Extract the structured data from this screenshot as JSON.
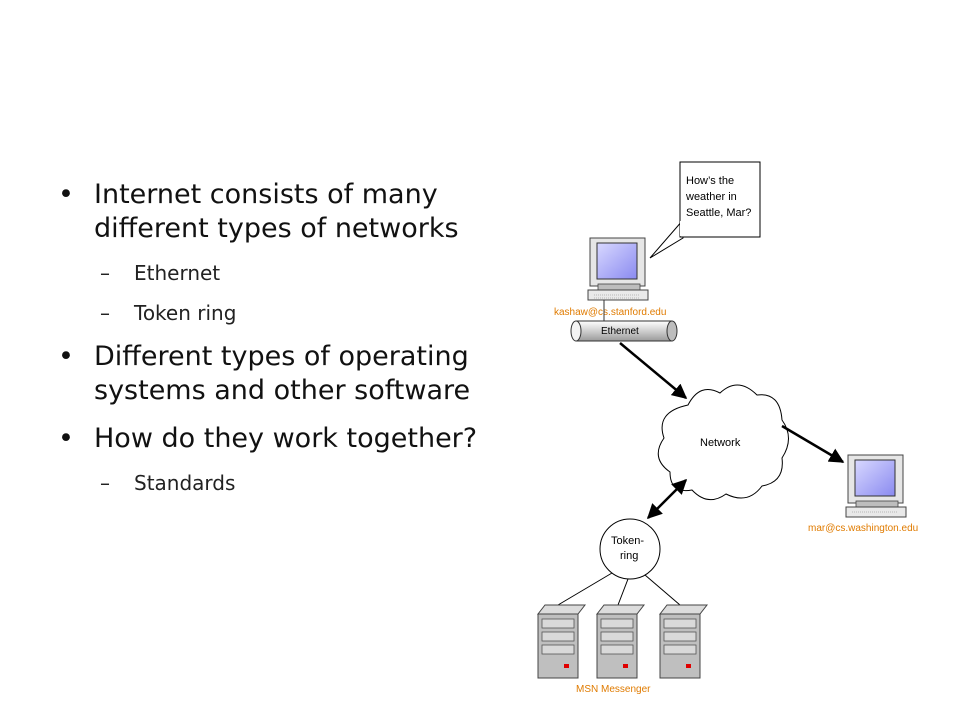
{
  "bullets": [
    {
      "text": "Internet consists of many different types of networks",
      "subs": [
        "Ethernet",
        "Token ring"
      ]
    },
    {
      "text": "Different types of operating systems and other software",
      "subs": []
    },
    {
      "text": "How do they work together?",
      "subs": [
        "Standards"
      ]
    }
  ],
  "diagram": {
    "speech_bubble": [
      "How’s the",
      "weather in",
      "Seattle, Mar?"
    ],
    "computer_top_label": "kashaw@cs.stanford.edu",
    "ethernet_label": "Ethernet",
    "network_label": "Network",
    "computer_right_label": "mar@cs.washington.edu",
    "token_ring_label": [
      "Token-",
      "ring"
    ],
    "servers_label": "MSN Messenger",
    "label_color": "#e07b00"
  }
}
